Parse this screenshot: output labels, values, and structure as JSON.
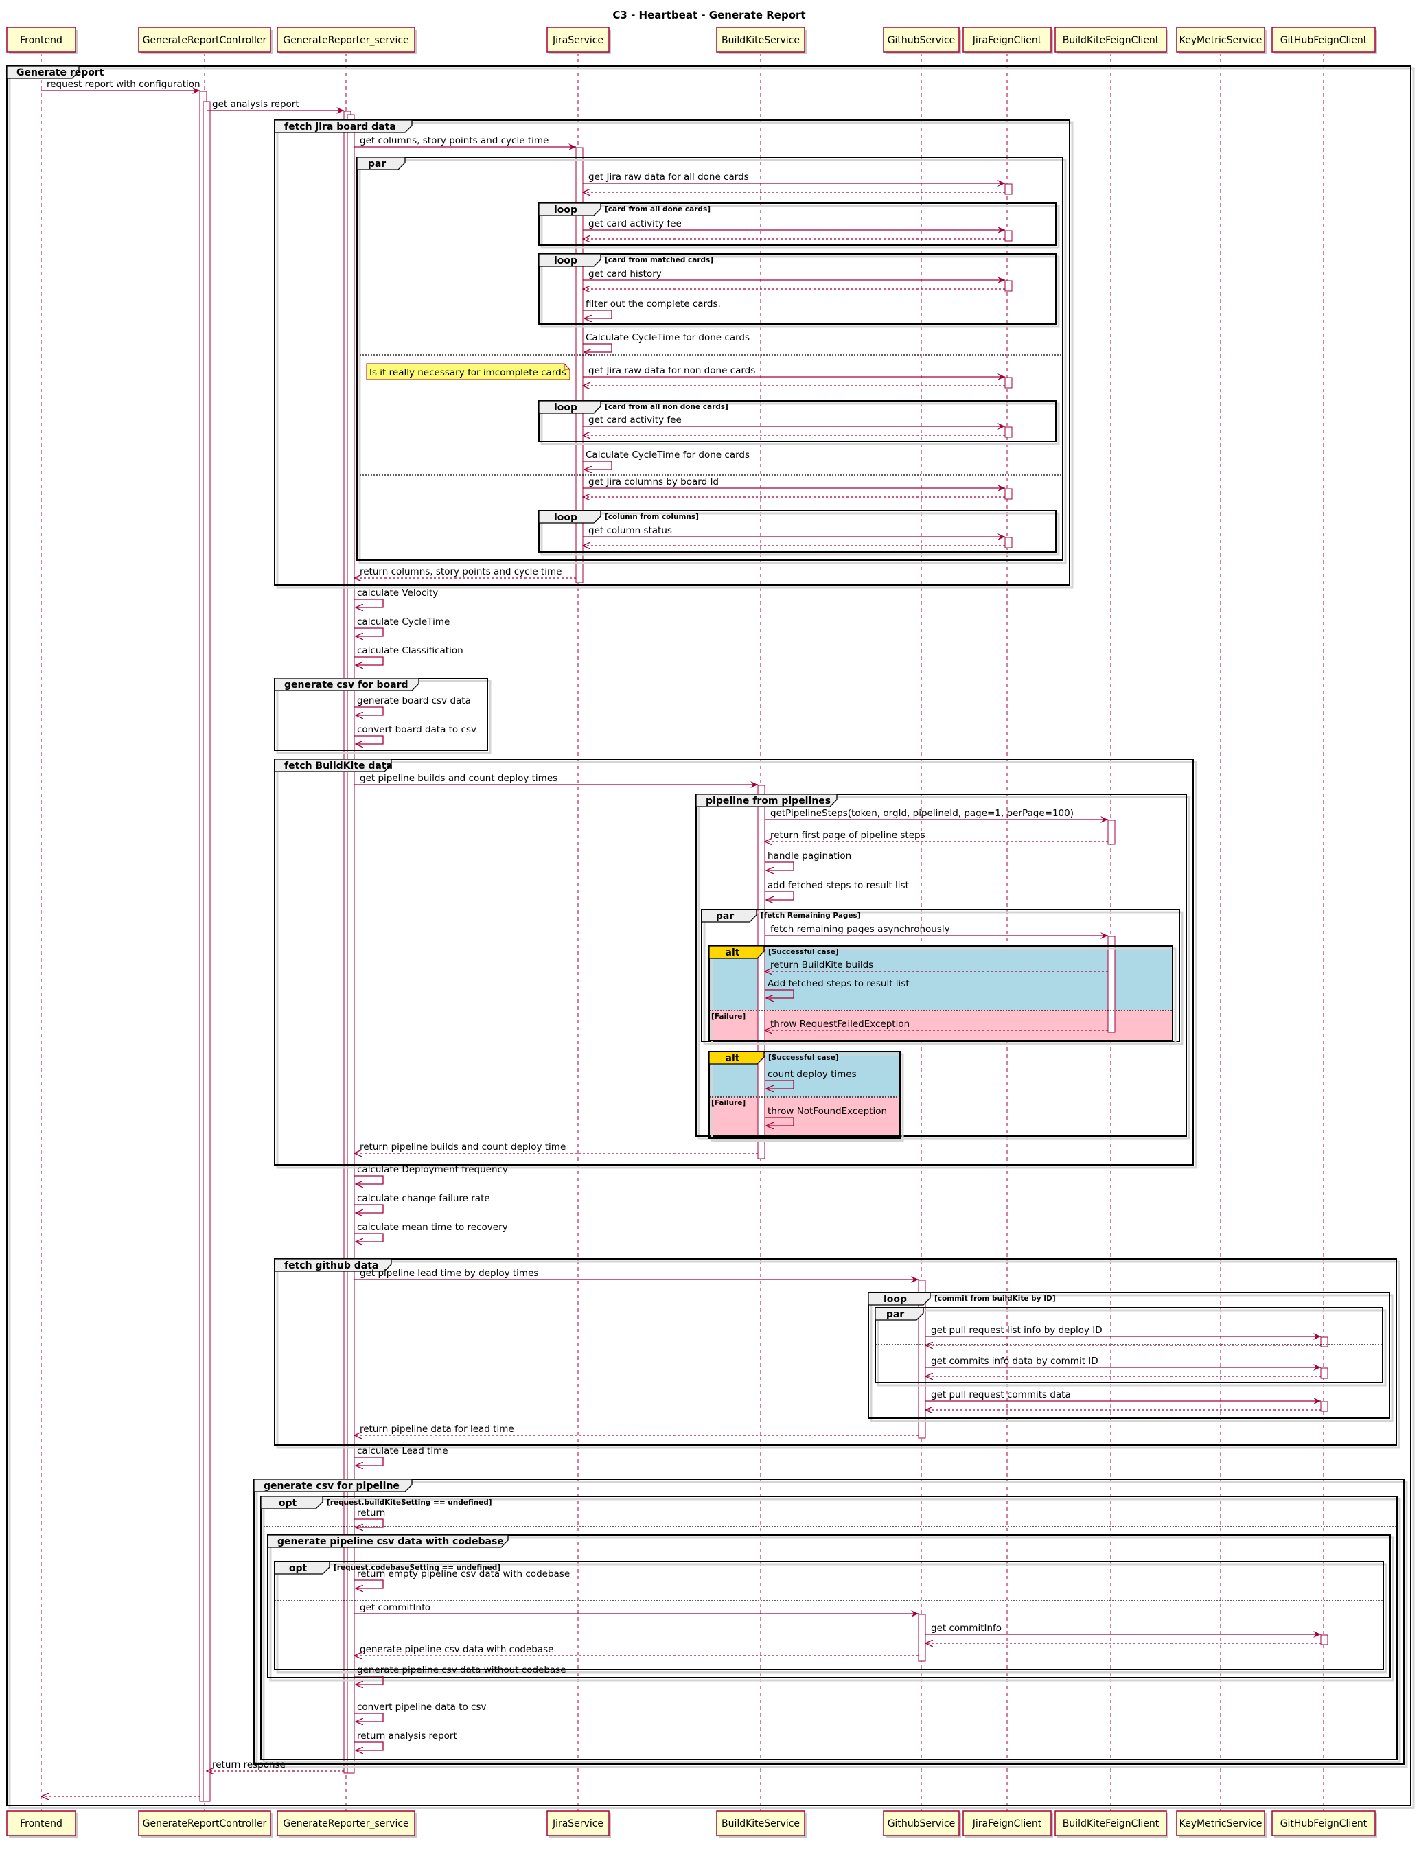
{
  "title": "C3 - Heartbeat - Generate Report",
  "participants": [
    {
      "id": "fe",
      "label": "Frontend"
    },
    {
      "id": "grc",
      "label": "GenerateReportController"
    },
    {
      "id": "grs",
      "label": "GenerateReporter_service"
    },
    {
      "id": "js",
      "label": "JiraService"
    },
    {
      "id": "bks",
      "label": "BuildKiteService"
    },
    {
      "id": "ghs",
      "label": "GithubService"
    },
    {
      "id": "jfc",
      "label": "JiraFeignClient"
    },
    {
      "id": "bkfc",
      "label": "BuildKiteFeignClient"
    },
    {
      "id": "kms",
      "label": "KeyMetricService"
    },
    {
      "id": "ghfc",
      "label": "GitHubFeignClient"
    }
  ],
  "fragments": [
    {
      "kind": "group",
      "label": "Generate report",
      "cond": ""
    },
    {
      "kind": "group",
      "label": "fetch jira board data",
      "cond": ""
    },
    {
      "kind": "par",
      "label": "par",
      "cond": ""
    },
    {
      "kind": "loop",
      "label": "loop",
      "cond": "[card from all done cards]"
    },
    {
      "kind": "loop",
      "label": "loop",
      "cond": "[card from matched cards]"
    },
    {
      "kind": "loop",
      "label": "loop",
      "cond": "[card from all non done cards]"
    },
    {
      "kind": "loop",
      "label": "loop",
      "cond": "[column from columns]"
    },
    {
      "kind": "group",
      "label": "generate csv for board",
      "cond": ""
    },
    {
      "kind": "group",
      "label": "fetch BuildKite data",
      "cond": ""
    },
    {
      "kind": "group",
      "label": "pipeline from pipelines",
      "cond": ""
    },
    {
      "kind": "par",
      "label": "par",
      "cond": "[fetch Remaining Pages]"
    },
    {
      "kind": "alt",
      "label": "alt",
      "cond": "[Successful case]",
      "else_cond": "[Failure]"
    },
    {
      "kind": "alt",
      "label": "alt",
      "cond": "[Successful case]",
      "else_cond": "[Failure]"
    },
    {
      "kind": "group",
      "label": "fetch github data",
      "cond": ""
    },
    {
      "kind": "loop",
      "label": "loop",
      "cond": "[commit from buildKite by ID]"
    },
    {
      "kind": "par",
      "label": "par",
      "cond": ""
    },
    {
      "kind": "group",
      "label": "generate csv for pipeline",
      "cond": ""
    },
    {
      "kind": "opt",
      "label": "opt",
      "cond": "[request.buildKiteSetting == undefined]"
    },
    {
      "kind": "group",
      "label": "generate pipeline csv data with codebase",
      "cond": ""
    },
    {
      "kind": "opt",
      "label": "opt",
      "cond": "[request.codebaseSetting == undefined]"
    }
  ],
  "notes": [
    {
      "text": "Is it really necessary for imcomplete cards"
    }
  ],
  "messages": [
    {
      "text": "request report with configuration"
    },
    {
      "text": "get analysis report"
    },
    {
      "text": "get columns, story points and cycle time"
    },
    {
      "text": "get Jira raw data for all done cards"
    },
    {
      "text": ""
    },
    {
      "text": "get card activity fee"
    },
    {
      "text": ""
    },
    {
      "text": "get card history"
    },
    {
      "text": ""
    },
    {
      "text": "filter out the complete cards."
    },
    {
      "text": "Calculate CycleTime for done cards"
    },
    {
      "text": "get Jira raw data for non done cards"
    },
    {
      "text": ""
    },
    {
      "text": "get card activity fee"
    },
    {
      "text": ""
    },
    {
      "text": "Calculate CycleTime for done cards"
    },
    {
      "text": "get Jira columns by board Id"
    },
    {
      "text": ""
    },
    {
      "text": "get column status"
    },
    {
      "text": ""
    },
    {
      "text": "return columns, story points and cycle time"
    },
    {
      "text": "calculate Velocity"
    },
    {
      "text": "calculate CycleTime"
    },
    {
      "text": "calculate Classification"
    },
    {
      "text": "generate board csv data"
    },
    {
      "text": "convert board data to csv"
    },
    {
      "text": "get pipeline builds and count deploy times"
    },
    {
      "text": "getPipelineSteps(token, orgId, pipelineId, page=1, perPage=100)"
    },
    {
      "text": "return first page of pipeline steps"
    },
    {
      "text": "handle pagination"
    },
    {
      "text": "add fetched steps to result list"
    },
    {
      "text": "fetch remaining pages asynchronously"
    },
    {
      "text": "return BuildKite builds"
    },
    {
      "text": "Add fetched steps to result list"
    },
    {
      "text": "throw RequestFailedException"
    },
    {
      "text": "count deploy times"
    },
    {
      "text": "throw NotFoundException"
    },
    {
      "text": "return pipeline builds and count deploy time"
    },
    {
      "text": "calculate Deployment frequency"
    },
    {
      "text": "calculate change failure rate"
    },
    {
      "text": "calculate mean time to recovery"
    },
    {
      "text": "get pipeline lead time by deploy times"
    },
    {
      "text": "get pull request list info by deploy ID"
    },
    {
      "text": ""
    },
    {
      "text": "get commits info data by commit ID"
    },
    {
      "text": ""
    },
    {
      "text": "get pull request commits data"
    },
    {
      "text": ""
    },
    {
      "text": "return pipeline data for lead time"
    },
    {
      "text": "calculate Lead time"
    },
    {
      "text": "return"
    },
    {
      "text": "return empty pipeline csv data with codebase"
    },
    {
      "text": "get commitInfo"
    },
    {
      "text": "get commitInfo"
    },
    {
      "text": ""
    },
    {
      "text": "generate pipeline csv data with codebase"
    },
    {
      "text": "generate pipeline csv data without codebase"
    },
    {
      "text": "convert pipeline data to csv"
    },
    {
      "text": "return analysis report"
    },
    {
      "text": "return response"
    }
  ],
  "colors": {
    "participant_fill": "#fefece",
    "participant_border": "#a80036",
    "arrow": "#a80036",
    "alt_tag": "#ffd700",
    "success_bg": "#add8e6",
    "failure_bg": "#ffc0cb",
    "note_fill": "#fbfb77"
  }
}
